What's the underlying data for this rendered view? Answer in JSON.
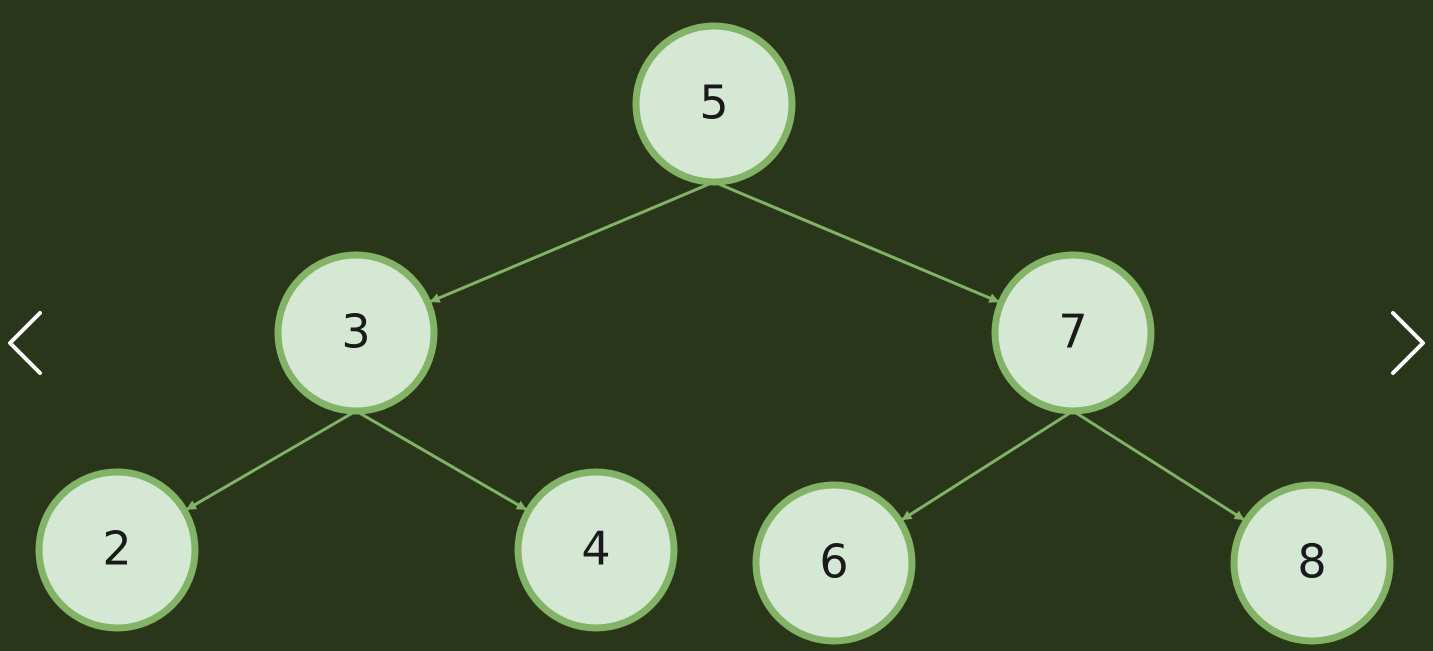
{
  "colors": {
    "background": "#2a3619",
    "node_fill": "#d5e8d4",
    "node_stroke": "#82b366",
    "edge": "#82b366",
    "nav_arrow": "#ffffff"
  },
  "tree": {
    "nodes": [
      {
        "id": "n5",
        "label": "5"
      },
      {
        "id": "n3",
        "label": "3"
      },
      {
        "id": "n7",
        "label": "7"
      },
      {
        "id": "n2",
        "label": "2"
      },
      {
        "id": "n4",
        "label": "4"
      },
      {
        "id": "n6",
        "label": "6"
      },
      {
        "id": "n8",
        "label": "8"
      }
    ],
    "edges": [
      {
        "from": "n5",
        "to": "n3"
      },
      {
        "from": "n5",
        "to": "n7"
      },
      {
        "from": "n3",
        "to": "n2"
      },
      {
        "from": "n3",
        "to": "n4"
      },
      {
        "from": "n7",
        "to": "n6"
      },
      {
        "from": "n7",
        "to": "n8"
      }
    ]
  },
  "navigation": {
    "prev_icon": "chevron-left-icon",
    "next_icon": "chevron-right-icon"
  }
}
